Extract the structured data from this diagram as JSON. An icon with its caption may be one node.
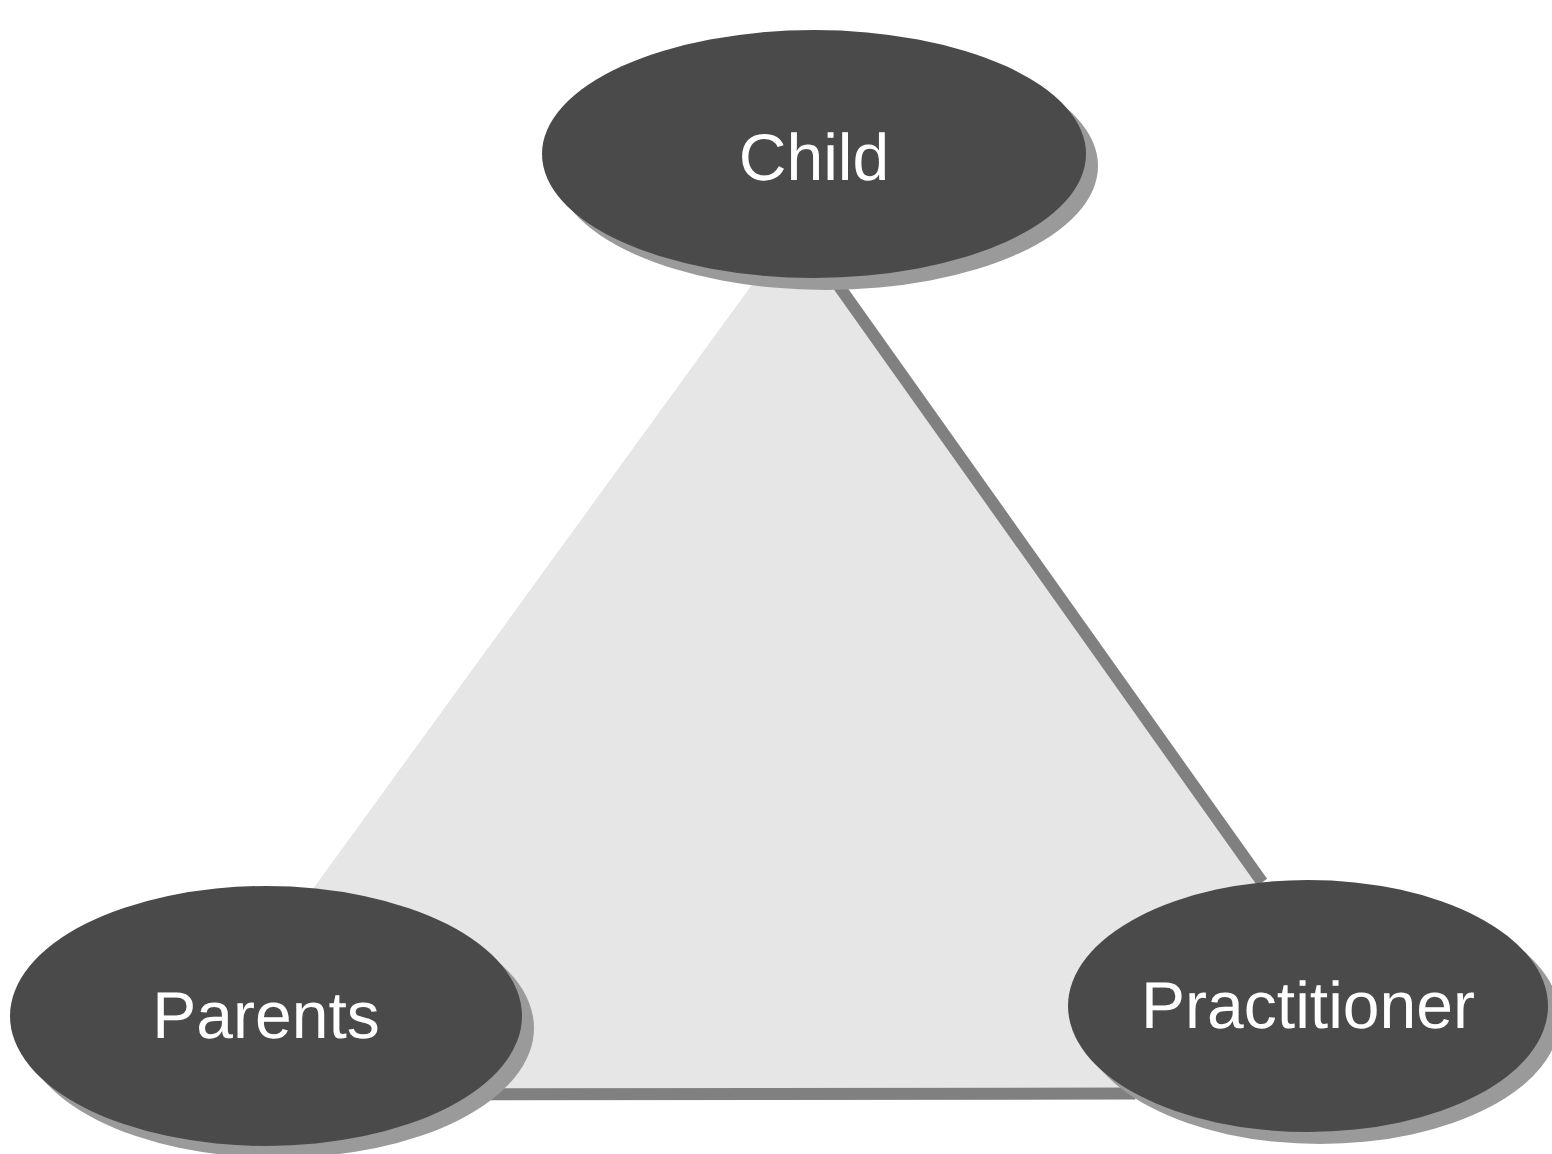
{
  "diagram": {
    "nodes": [
      {
        "text": [
          "Child"
        ]
      },
      {
        "text": [
          "Parents"
        ]
      },
      {
        "text": [
          "Practitioner"
        ]
      }
    ],
    "edges": [
      {
        "from": 0,
        "to": 2,
        "arrow": "none"
      },
      {
        "from": 1,
        "to": 2,
        "arrow": "none"
      }
    ]
  }
}
